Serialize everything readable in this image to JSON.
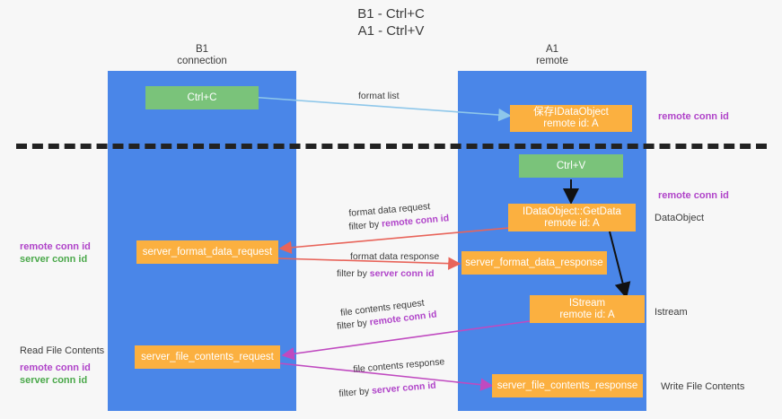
{
  "title": "B1 - Ctrl+C\nA1 - Ctrl+V",
  "columns": [
    {
      "name": "B1",
      "sub": "connection",
      "label": "B1\nconnection"
    },
    {
      "name": "A1",
      "sub": "remote",
      "label": "A1\nremote"
    }
  ],
  "boxes": {
    "ctrl_c": "Ctrl+C",
    "save_idataobject": "保存IDataObject\nremote id: A",
    "ctrl_v": "Ctrl+V",
    "getdata": "IDataObject::GetData\nremote id: A",
    "server_format_data_request": "server_format_data_request",
    "server_format_data_response": "server_format_data_response",
    "istream": "IStream\nremote id: A",
    "server_file_contents_request": "server_file_contents_request",
    "server_file_contents_response": "server_file_contents_response"
  },
  "arrow_labels": {
    "format_list": "format list",
    "format_data_request": "format data request",
    "format_data_request_filter_prefix": "filter by ",
    "format_data_request_filter_key": "remote conn id",
    "format_data_response": "format data response",
    "format_data_response_filter_prefix": "filter by ",
    "format_data_response_filter_key": "server conn id",
    "file_contents_request": "file contents request",
    "file_contents_request_filter_prefix": "filter by ",
    "file_contents_request_filter_key": "remote conn id",
    "file_contents_response": "file contents response",
    "file_contents_response_filter_prefix": "filter by ",
    "file_contents_response_filter_key": "server conn id"
  },
  "side_notes": {
    "right_remote_conn_id_top": "remote conn id",
    "right_remote_conn_id_mid": "remote conn id",
    "right_dataobject": "DataObject",
    "right_istream": "Istream",
    "right_write_file_contents": "Write File Contents",
    "left_remote_conn_id_mid": "remote conn id",
    "left_server_conn_id_mid": "server conn id",
    "left_read_file_contents": "Read File Contents",
    "left_remote_conn_id_bottom": "remote conn id",
    "left_server_conn_id_bottom": "server conn id"
  },
  "colors": {
    "lane": "#4a86e8",
    "green_box": "#7ac37a",
    "orange_box": "#fbb040",
    "purple": "#b044c9",
    "green_text": "#4aa84a",
    "red_arrow": "#e8645a",
    "blue_arrow": "#8ec7ea",
    "magenta_arrow": "#c04ac0",
    "black_arrow": "#111111",
    "background": "#f7f7f7"
  }
}
